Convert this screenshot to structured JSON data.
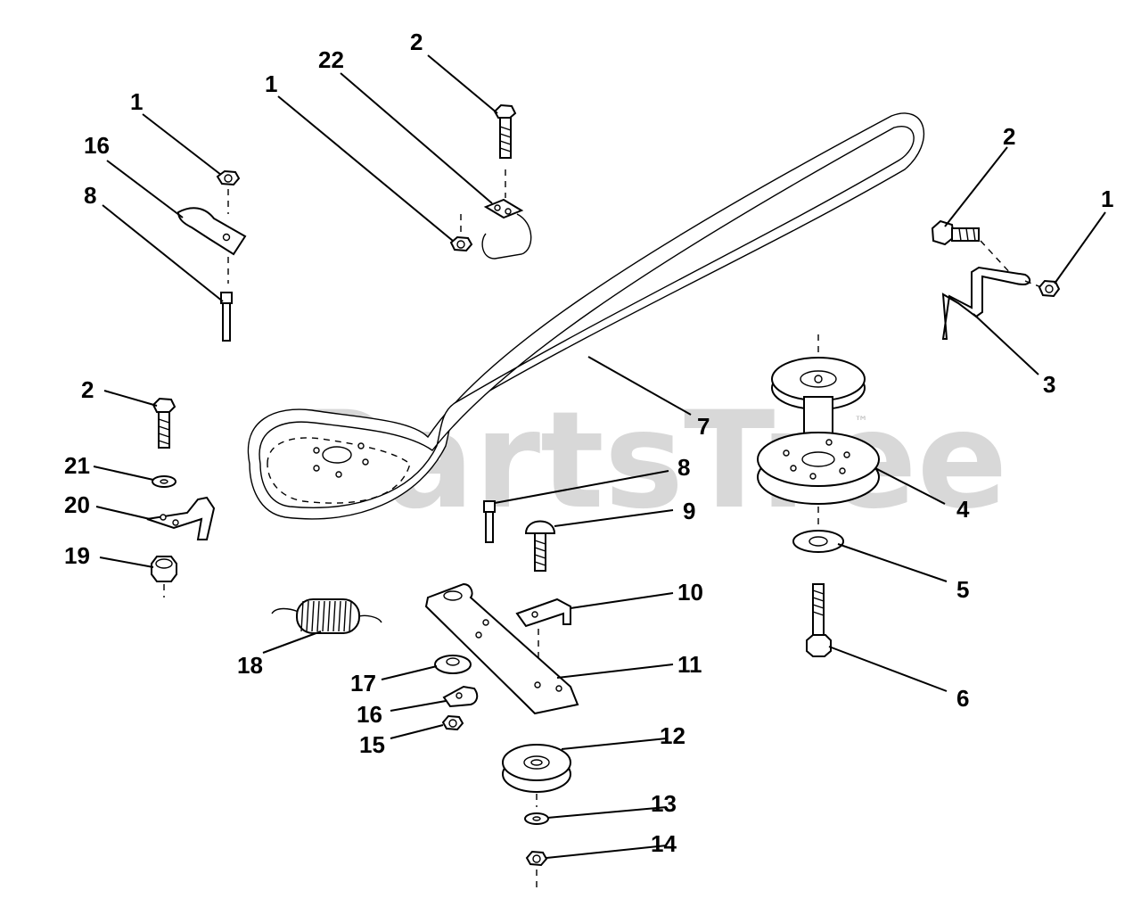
{
  "watermark": {
    "text": "PartsTree",
    "trademark": "™"
  },
  "callouts": {
    "c1a": "1",
    "c16a": "16",
    "c8a": "8",
    "c1b": "1",
    "c22": "22",
    "c2a": "2",
    "c2b": "2",
    "c1c": "1",
    "c3": "3",
    "c7": "7",
    "c4": "4",
    "c5": "5",
    "c6": "6",
    "c2c": "2",
    "c21": "21",
    "c20": "20",
    "c19": "19",
    "c8b": "8",
    "c9": "9",
    "c10": "10",
    "c11": "11",
    "c18": "18",
    "c17": "17",
    "c16b": "16",
    "c15": "15",
    "c12": "12",
    "c13": "13",
    "c14": "14"
  }
}
